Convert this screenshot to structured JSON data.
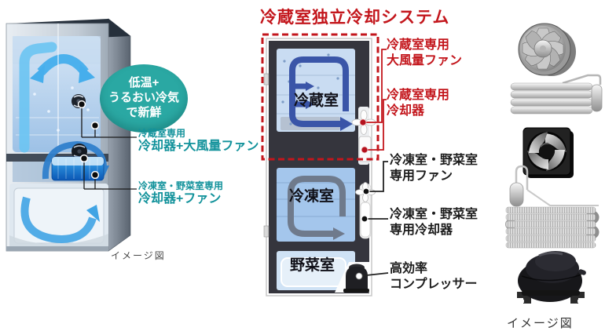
{
  "colors": {
    "accent_red": "#c3161c",
    "teal_text": "#12929b",
    "badge_teal": "#2aa8a3",
    "fridge_loop_blue": "#3a55a8",
    "freezer_loop_gray": "#6f7a8c",
    "compartment_blue": "#c9dcf2"
  },
  "left_panel": {
    "badge_lines": [
      "低温+",
      "うるおい冷気",
      "で新鮮"
    ],
    "annotations": [
      {
        "line1": "冷蔵室専用",
        "line2": "冷却器+大風量ファン"
      },
      {
        "line1": "冷凍室・野菜室専用",
        "line2": "冷却器+ファン"
      }
    ],
    "caption": "イメージ図"
  },
  "diagram": {
    "title": "冷蔵室独立冷却システム",
    "compartments": [
      {
        "name": "冷蔵室"
      },
      {
        "name": "冷凍室"
      },
      {
        "name": "野菜室"
      }
    ],
    "labels": [
      {
        "emphasis": "red",
        "line1": "冷蔵室専用",
        "line2": "大風量ファン"
      },
      {
        "emphasis": "red",
        "line1": "冷蔵室専用",
        "line2": "冷却器"
      },
      {
        "emphasis": "black",
        "line1": "冷凍室・野菜室",
        "line2": "専用ファン"
      },
      {
        "emphasis": "black",
        "line1": "冷凍室・野菜室",
        "line2": "専用冷却器"
      },
      {
        "emphasis": "black",
        "line1": "高効率",
        "line2": "コンプレッサー"
      }
    ]
  },
  "right_panel": {
    "components": [
      {
        "icon": "turbo-fan-photo"
      },
      {
        "icon": "finned-cooler-photo"
      },
      {
        "icon": "square-fan-photo"
      },
      {
        "icon": "evaporator-coil-photo"
      },
      {
        "icon": "compressor-photo"
      }
    ],
    "caption": "イメージ図"
  }
}
